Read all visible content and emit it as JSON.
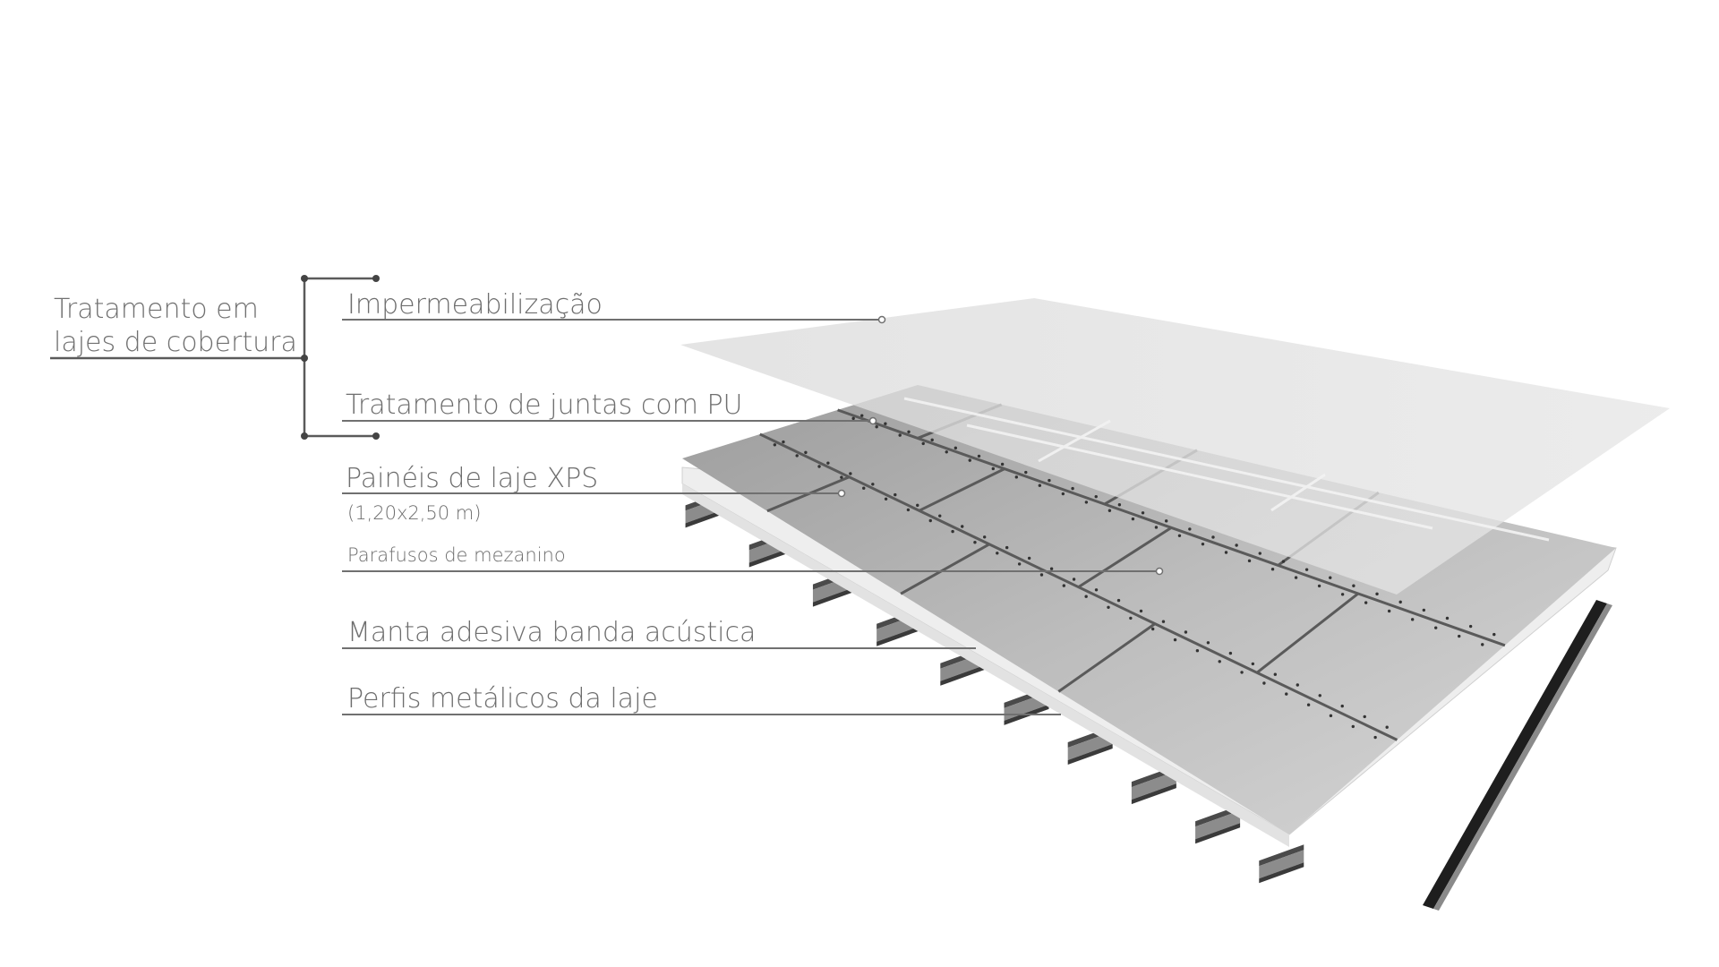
{
  "group_label": {
    "line1": "Tratamento em",
    "line2": "lajes de cobertura"
  },
  "layers": [
    {
      "id": "impermeabilizacao",
      "label": "Impermeabilização"
    },
    {
      "id": "juntas",
      "label": "Tratamento de juntas com PU"
    },
    {
      "id": "paineis",
      "label": "Painéis de laje XPS",
      "sublabel": "(1,20x2,50 m)"
    },
    {
      "id": "parafusos",
      "label": "Parafusos de mezanino"
    },
    {
      "id": "manta",
      "label": "Manta adesiva banda acústica"
    },
    {
      "id": "perfis",
      "label": "Perfis metálicos da laje"
    }
  ],
  "colors": {
    "text": "#6e6e6e",
    "membrane": "#dcdcdc",
    "panel_top": "#c8c8c8",
    "panel_edge": "#eeeeee",
    "joint": "#555555",
    "profile": "#444444"
  }
}
